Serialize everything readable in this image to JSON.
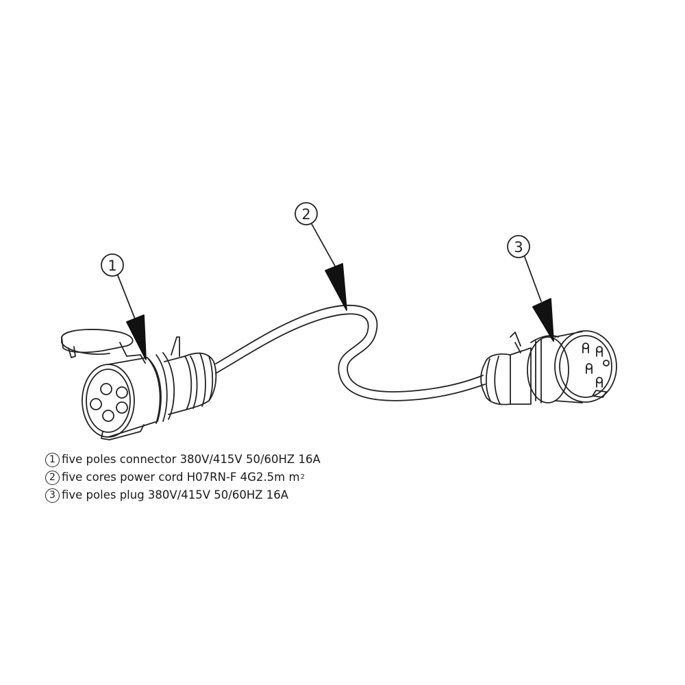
{
  "callouts": [
    {
      "number": "1"
    },
    {
      "number": "2"
    },
    {
      "number": "3"
    }
  ],
  "legend": [
    {
      "number": "1",
      "text": "five poles connector 380V/415V 50/60HZ 16A"
    },
    {
      "number": "2",
      "text": "five cores power cord H07RN-F 4G2.5m m",
      "superscript": "2"
    },
    {
      "number": "3",
      "text": "five poles plug 380V/415V 50/60HZ 16A"
    }
  ],
  "colors": {
    "line": "#222222",
    "background": "#ffffff"
  }
}
